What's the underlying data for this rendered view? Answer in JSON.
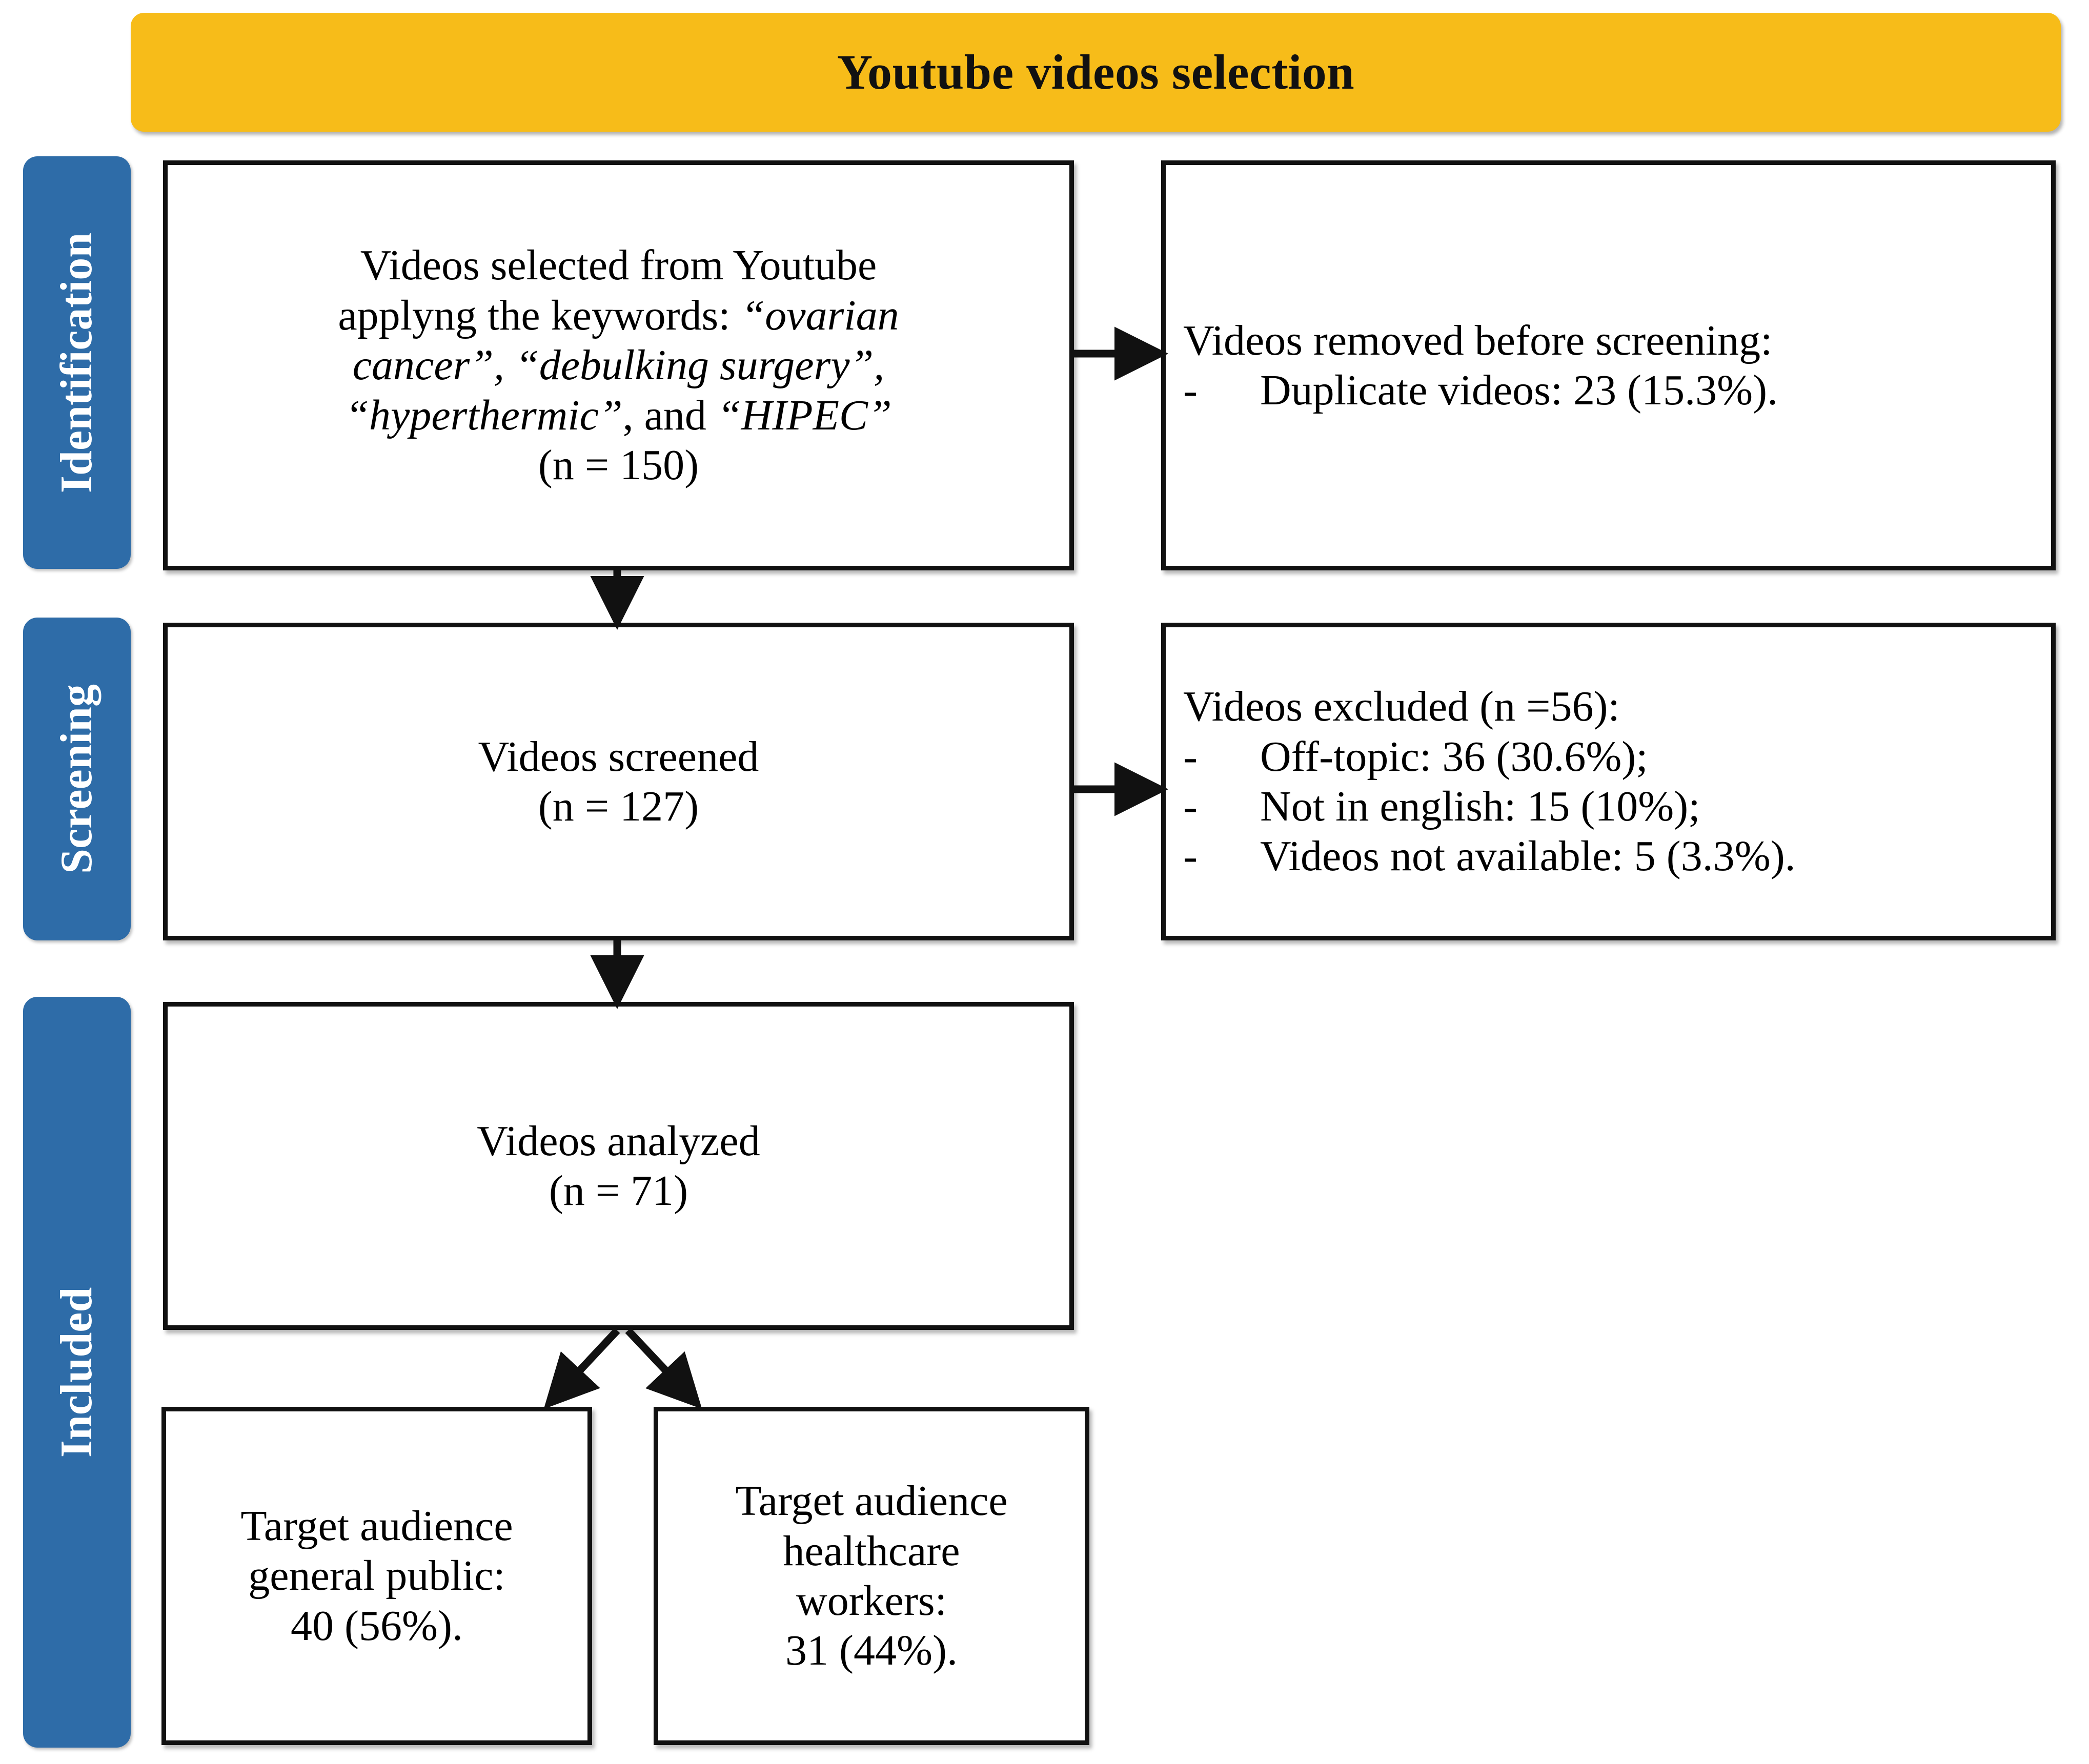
{
  "banner": {
    "title": "Youtube videos selection",
    "color": "#F7BC19"
  },
  "stages": {
    "color": "#2E6CA8",
    "items": [
      {
        "key": "identification",
        "label": "Identification"
      },
      {
        "key": "screening",
        "label": "Screening"
      },
      {
        "key": "included",
        "label": "Included"
      }
    ]
  },
  "boxes": {
    "identified": {
      "line1": "Videos selected from Youtube",
      "line2_plain": "applyng the keywords: ",
      "line2_italic": "“ovarian",
      "line3_italic": "cancer”, “debulking surgery”,",
      "line4_italic_a": "“hyperthermic”",
      "line4_plain": ", and ",
      "line4_italic_b": "“HIPEC”",
      "line5": "(n = 150)"
    },
    "removed": {
      "header": "Videos removed before screening:",
      "bullets": [
        {
          "dash": "-",
          "text": "Duplicate videos:  23 (15.3%)."
        }
      ]
    },
    "screened": {
      "line1": "Videos screened",
      "line2": "(n = 127)"
    },
    "excluded": {
      "header": "Videos excluded (n =56):",
      "bullets": [
        {
          "dash": "-",
          "text": "Off-topic: 36 (30.6%);"
        },
        {
          "dash": "-",
          "text": "Not in english: 15 (10%);"
        },
        {
          "dash": "-",
          "text": "Videos not available: 5 (3.3%)."
        }
      ]
    },
    "analyzed": {
      "line1": "Videos analyzed",
      "line2": "(n = 71)"
    },
    "target_public": {
      "line1": "Target audience",
      "line2": "general public:",
      "line3": "40 (56%)."
    },
    "target_healthcare": {
      "line1": "Target audience",
      "line2": "healthcare",
      "line3": "workers:",
      "line4": "31 (44%)."
    }
  }
}
